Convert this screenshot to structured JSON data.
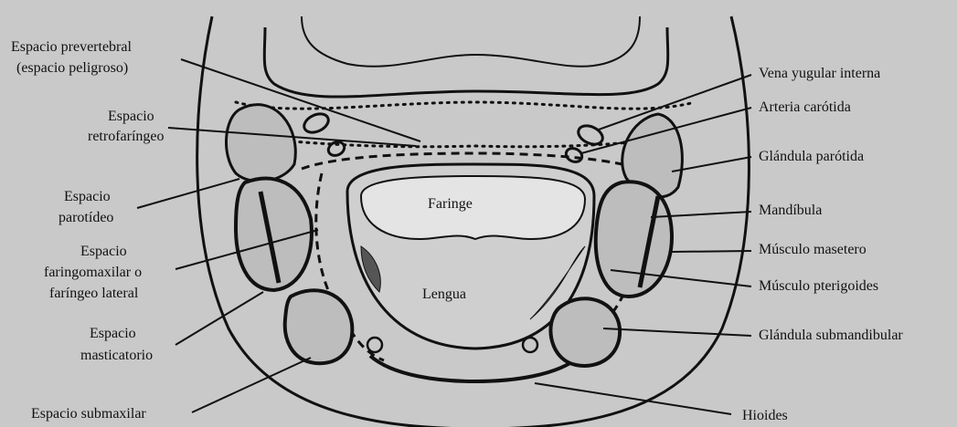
{
  "labels_left": {
    "prevertebral_line1": "Espacio prevertebral",
    "prevertebral_line2": "(espacio peligroso)",
    "retro_line1": "Espacio",
    "retro_line2": "retrofaríngeo",
    "parotideo_line1": "Espacio",
    "parotideo_line2": "parotídeo",
    "faringomax_line1": "Espacio",
    "faringomax_line2": "faringomaxilar o",
    "faringomax_line3": "faríngeo lateral",
    "masticatorio_line1": "Espacio",
    "masticatorio_line2": "masticatorio",
    "submaxilar": "Espacio submaxilar"
  },
  "labels_right": {
    "vena": "Vena yugular interna",
    "arteria": "Arteria carótida",
    "parotida": "Glándula parótida",
    "mandibula": "Mandíbula",
    "masetero": "Músculo masetero",
    "pterigoides": "Músculo pterigoides",
    "submandibular": "Glándula submandibular",
    "hioides": "Hioides"
  },
  "organs": {
    "faringe": "Faringe",
    "lengua": "Lengua"
  },
  "colors": {
    "background": "#c9c9c9",
    "ink": "#111111",
    "gland_fill": "#bdbdbd"
  }
}
